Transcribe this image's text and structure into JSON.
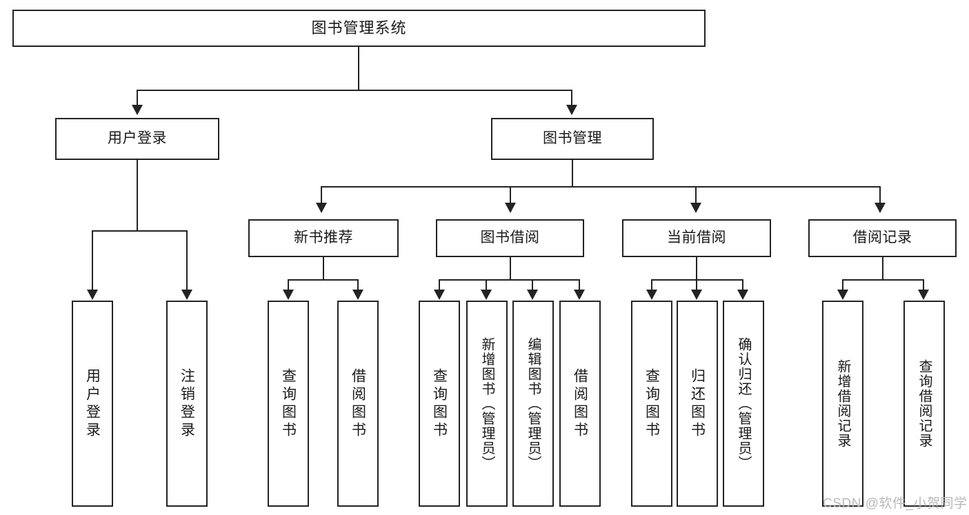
{
  "diagram": {
    "title": "图书管理系统",
    "type": "功能结构图",
    "root": {
      "label": "图书管理系统"
    },
    "level1": [
      {
        "label": "用户登录"
      },
      {
        "label": "图书管理"
      }
    ],
    "level2": [
      {
        "label": "新书推荐"
      },
      {
        "label": "图书借阅"
      },
      {
        "label": "当前借阅"
      },
      {
        "label": "借阅记录"
      }
    ],
    "leaves": {
      "user_login": [
        {
          "label": "用户登录"
        },
        {
          "label": "注销登录"
        }
      ],
      "new_book_recommend": [
        {
          "label": "查询图书"
        },
        {
          "label": "借阅图书"
        }
      ],
      "book_borrow": [
        {
          "label": "查询图书"
        },
        {
          "label": "新增图书（管理员）"
        },
        {
          "label": "编辑图书（管理员）"
        },
        {
          "label": "借阅图书"
        }
      ],
      "current_borrow": [
        {
          "label": "查询图书"
        },
        {
          "label": "归还图书"
        },
        {
          "label": "确认归还（管理员）"
        }
      ],
      "borrow_records": [
        {
          "label": "新增借阅记录"
        },
        {
          "label": "查询借阅记录"
        }
      ]
    }
  },
  "watermark": {
    "text": "CSDN @软件_小贺同学"
  },
  "colors": {
    "stroke": "#232323",
    "background": "#ffffff",
    "text": "#1a1a1a",
    "watermark": "#b9b9b9"
  }
}
